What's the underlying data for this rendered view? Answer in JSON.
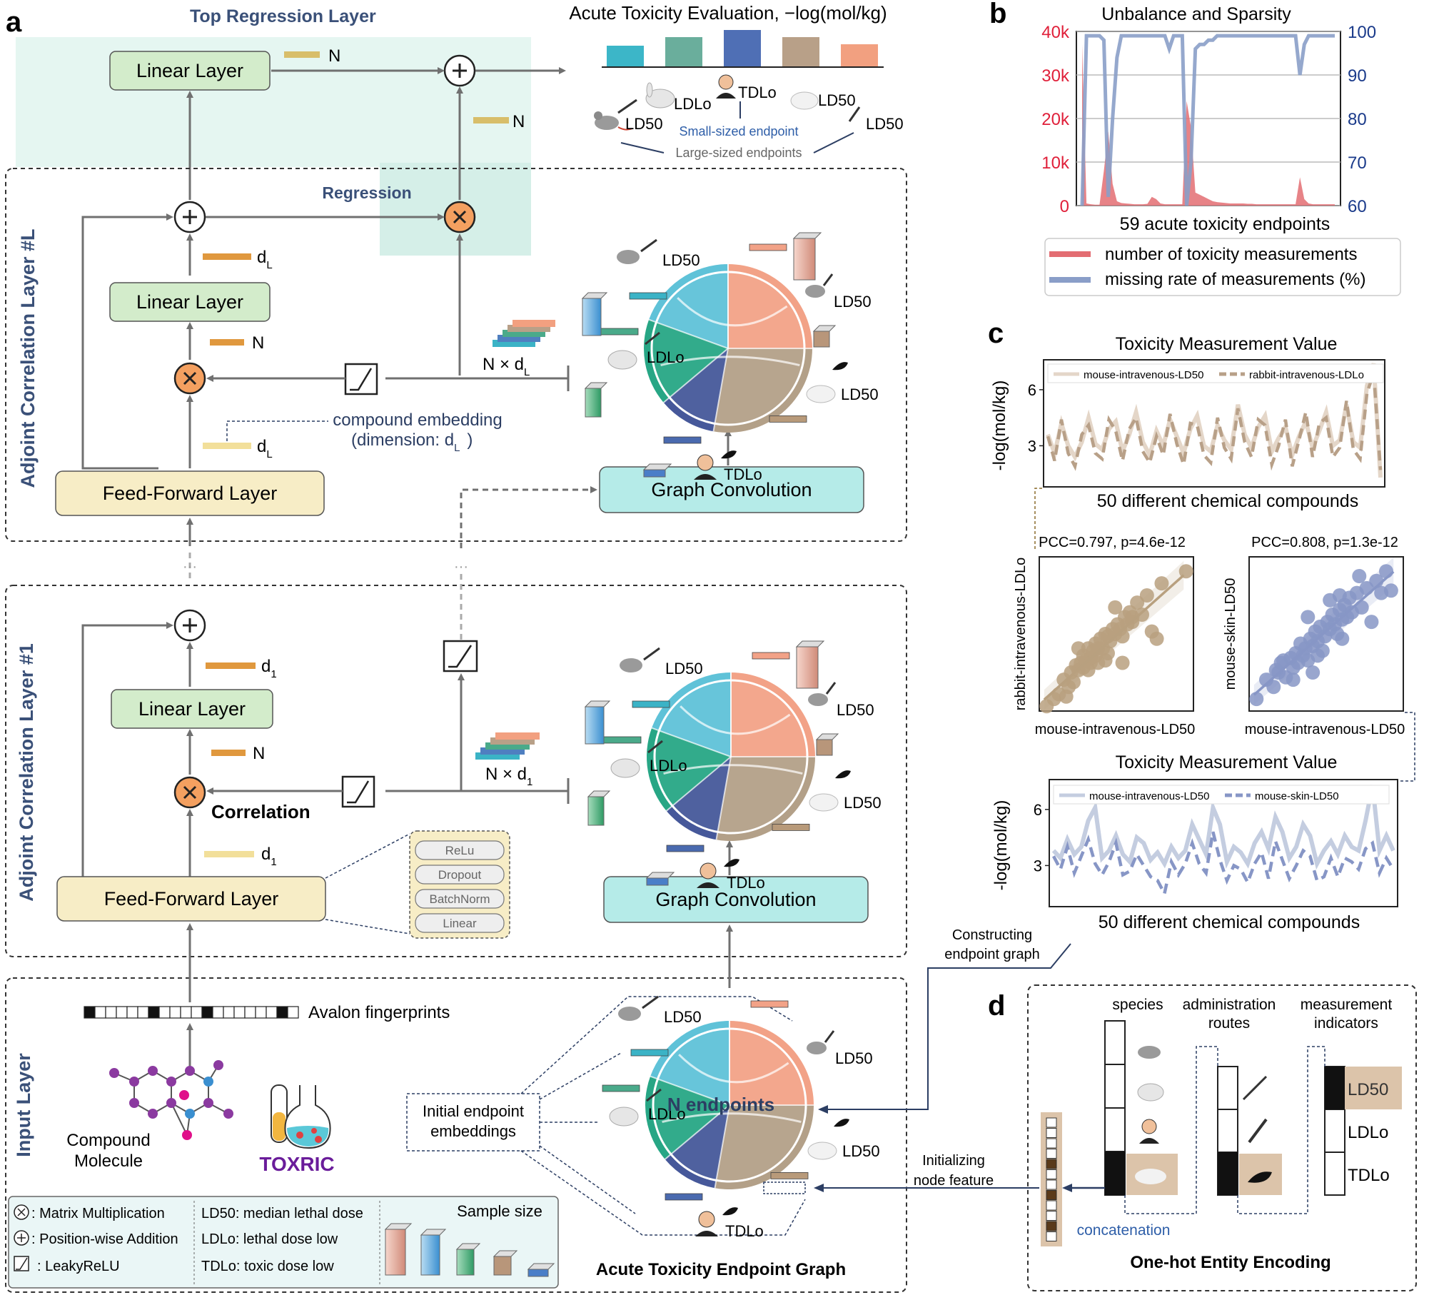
{
  "panel_labels": {
    "a": "a",
    "b": "b",
    "c": "c",
    "d": "d"
  },
  "top": {
    "title": "Top Regression Layer",
    "linear_layer": "Linear Layer",
    "N1": "N",
    "N2": "N",
    "eval_title": "Acute Toxicity Evaluation, −log(mol/kg)",
    "eval_colors": [
      "#3cb6c8",
      "#6aae9c",
      "#4f6fb5",
      "#b8a088",
      "#f2a080"
    ],
    "ld50_left": "LD50",
    "ldlo": "LDLo",
    "tdlo": "TDLo",
    "ld50_right_top": "LD50",
    "ld50_right": "LD50",
    "small_endpoint": "Small-sized endpoint",
    "large_endpoints": "Large-sized endpoints"
  },
  "layerL": {
    "side_label": "Adjoint Correlation Layer #L",
    "regression": "Regression",
    "linear_layer": "Linear Layer",
    "dL_top": "d",
    "dL_top_sub": "L",
    "N": "N",
    "dL_bottom": "d",
    "dL_bottom_sub": "L",
    "compound_embedding": "compound embedding",
    "dimension": "(dimension: d",
    "dimension_sub": "L",
    "dimension_close": ")",
    "ffl": "Feed-Forward Layer",
    "graph_conv": "Graph Convolution",
    "nxd": "N × d",
    "nxd_sub": "L",
    "graph_labels": {
      "ld50_top": "LD50",
      "ld50_right": "LD50",
      "ldlo": "LDLo",
      "ld50_low": "LD50",
      "tdlo": "TDLo"
    }
  },
  "layer1": {
    "side_label": "Adjoint Correlation Layer #1",
    "linear_layer": "Linear Layer",
    "d1_top": "d",
    "d1_top_sub": "1",
    "N": "N",
    "correlation": "Correlation",
    "d1_bottom": "d",
    "d1_bottom_sub": "1",
    "ffl": "Feed-Forward Layer",
    "ffl_items": [
      "ReLu",
      "Dropout",
      "BatchNorm",
      "Linear"
    ],
    "graph_conv": "Graph Convolution",
    "nxd": "N × d",
    "nxd_sub": "1",
    "graph_labels": {
      "ld50_top": "LD50",
      "ld50_right": "LD50",
      "ldlo": "LDLo",
      "ld50_low": "LD50",
      "tdlo": "TDLo"
    }
  },
  "input": {
    "side_label": "Input Layer",
    "avalon": "Avalon fingerprints",
    "fingerprint_bits": [
      1,
      0,
      0,
      0,
      0,
      0,
      1,
      0,
      0,
      0,
      0,
      1,
      0,
      0,
      0,
      0,
      0,
      0,
      1,
      0
    ],
    "compound": "Compound",
    "molecule": "Molecule",
    "toxric": "TOXRIC",
    "initial_emb_1": "Initial endpoint",
    "initial_emb_2": "embeddings",
    "n_endpoints": "N endpoints",
    "graph_title": "Acute Toxicity Endpoint Graph",
    "graph_labels": {
      "ld50_top": "LD50",
      "ld50_right": "LD50",
      "ldlo": "LDLo",
      "ld50_low": "LD50",
      "tdlo": "TDLo"
    }
  },
  "legend": {
    "matmul": ": Matrix Multiplication",
    "add": ": Position-wise Addition",
    "leaky": ": LeakyReLU",
    "ld50": "LD50: median lethal dose",
    "ldlo": "LDLo: lethal dose low",
    "tdlo": "TDLo: toxic dose low",
    "sample_size": "Sample size",
    "sample_colors": [
      "#e8a898",
      "#5aa8d8",
      "#4aaa7a",
      "#b8967a",
      "#4a7ec8"
    ]
  },
  "constructing": {
    "l1": "Constructing",
    "l2": "endpoint graph"
  },
  "initializing": {
    "l1": "Initializing",
    "l2": "node feature"
  },
  "d_panel": {
    "species": "species",
    "routes_1": "administration",
    "routes_2": "routes",
    "indicators_1": "measurement",
    "indicators_2": "indicators",
    "ld50": "LD50",
    "ldlo": "LDLo",
    "tdlo": "TDLo",
    "concatenation": "concatenation",
    "title": "One-hot Entity Encoding"
  },
  "chart_data": [
    {
      "type": "area",
      "title": "Unbalance and Sparsity",
      "xlabel": "59 acute toxicity endpoints",
      "left_ticks": [
        "40k",
        "30k",
        "20k",
        "10k",
        "0"
      ],
      "right_ticks": [
        "100",
        "90",
        "80",
        "70",
        "60"
      ],
      "ylim_left": [
        0,
        40000
      ],
      "ylim_right": [
        60,
        100
      ],
      "series": [
        {
          "name": "number of toxicity measurements",
          "color": "#e36d72",
          "values": [
            37000,
            500,
            300,
            200,
            200,
            8000,
            17000,
            5000,
            1000,
            600,
            500,
            400,
            300,
            300,
            300,
            400,
            2000,
            1500,
            500,
            300,
            300,
            300,
            300,
            300,
            24000,
            18000,
            3000,
            2500,
            2000,
            1500,
            1000,
            800,
            700,
            600,
            500,
            500,
            500,
            500,
            400,
            400,
            300,
            300,
            300,
            300,
            300,
            300,
            300,
            300,
            300,
            300,
            6500,
            1500,
            500,
            300,
            300,
            300,
            300,
            300,
            300
          ]
        },
        {
          "name": "missing rate of measurements (%)",
          "color": "#8a9ec8",
          "values": [
            60,
            99,
            99,
            99,
            99,
            98,
            62,
            80,
            94,
            99,
            99,
            99,
            99,
            99,
            99,
            99,
            99,
            99,
            99,
            99,
            96,
            99,
            99,
            99,
            60,
            70,
            96,
            97,
            97,
            98,
            98,
            99,
            99,
            99,
            99,
            99,
            99,
            99,
            99,
            99,
            99,
            99,
            99,
            99,
            99,
            99,
            99,
            99,
            99,
            99,
            90,
            97,
            99,
            99,
            99,
            99,
            99,
            99,
            99
          ]
        }
      ]
    },
    {
      "type": "line",
      "title": "Toxicity Measurement Value",
      "xlabel": "50 different chemical compounds",
      "ylabel": "-log(mol/kg)",
      "yticks": [
        "6",
        "3"
      ],
      "ylim": [
        0.8,
        7.6
      ],
      "series": [
        {
          "name": "mouse-intravenous-LD50",
          "color": "#e4d6c8",
          "values": [
            3.6,
            2.6,
            4.2,
            3.0,
            2.4,
            3.2,
            4.5,
            3.1,
            2.8,
            3.9,
            4.3,
            2.7,
            3.6,
            4.8,
            3.2,
            2.5,
            3.8,
            3.0,
            4.4,
            3.5,
            2.6,
            3.9,
            4.6,
            3.0,
            2.7,
            4.1,
            3.3,
            2.8,
            5.2,
            3.6,
            2.9,
            4.0,
            4.6,
            2.7,
            3.4,
            4.0,
            2.5,
            3.5,
            4.3,
            2.9,
            3.8,
            4.8,
            3.0,
            3.3,
            5.2,
            3.2,
            2.9,
            6.2,
            7.4,
            1.3
          ]
        },
        {
          "name": "rabbit-intravenous-LDLo",
          "color": "#b8a088",
          "values": [
            3.5,
            2.2,
            4.4,
            2.6,
            1.9,
            3.6,
            4.1,
            2.6,
            2.3,
            4.4,
            3.8,
            2.2,
            3.9,
            4.5,
            2.7,
            2.1,
            3.5,
            2.5,
            4.7,
            3.1,
            2.0,
            4.2,
            4.1,
            2.5,
            2.1,
            4.5,
            2.9,
            2.3,
            5.0,
            3.2,
            2.4,
            4.4,
            4.1,
            2.0,
            3.0,
            4.4,
            1.9,
            3.3,
            4.8,
            2.4,
            4.2,
            4.5,
            2.4,
            2.9,
            5.4,
            2.8,
            2.3,
            5.8,
            6.9,
            1.7
          ]
        }
      ]
    },
    {
      "type": "scatter",
      "title": "PCC=0.797, p=4.6e-12",
      "xlabel": "mouse-intravenous-LD50",
      "ylabel": "rabbit-intravenous-LDLo",
      "color": "#b8a07f",
      "x": [
        1.5,
        1.8,
        2.0,
        2.2,
        2.4,
        2.5,
        2.6,
        2.7,
        2.8,
        2.9,
        3.0,
        3.0,
        3.1,
        3.2,
        3.3,
        3.3,
        3.4,
        3.5,
        3.5,
        3.6,
        3.7,
        3.8,
        3.9,
        4.0,
        4.1,
        4.2,
        4.3,
        4.4,
        4.5,
        4.6,
        4.7,
        4.8,
        4.9,
        5.0,
        5.2,
        5.4,
        5.6,
        5.8,
        6.0,
        6.2,
        3.6,
        2.8,
        4.0,
        3.2,
        5.0,
        4.3,
        2.3,
        3.9,
        4.6,
        7.2
      ],
      "y": [
        1.2,
        1.5,
        1.7,
        2.3,
        2.0,
        2.6,
        2.2,
        2.9,
        2.7,
        3.0,
        2.8,
        3.3,
        3.1,
        3.6,
        3.2,
        3.0,
        3.5,
        3.3,
        3.8,
        3.6,
        4.0,
        3.6,
        4.2,
        4.1,
        3.9,
        4.4,
        4.2,
        4.6,
        4.4,
        4.1,
        4.9,
        4.6,
        5.1,
        4.7,
        5.5,
        5.0,
        5.8,
        4.3,
        4.0,
        6.3,
        3.0,
        3.6,
        3.4,
        2.7,
        4.9,
        5.3,
        1.6,
        3.1,
        3.0,
        6.8
      ],
      "xlim": [
        1.2,
        7.5
      ],
      "ylim": [
        1.0,
        7.4
      ]
    },
    {
      "type": "scatter",
      "title": "PCC=0.808, p=1.3e-12",
      "xlabel": "mouse-intravenous-LD50",
      "ylabel": "mouse-skin-LD50",
      "color": "#8796c6",
      "x": [
        1.5,
        1.9,
        2.2,
        2.4,
        2.5,
        2.7,
        2.9,
        3.0,
        3.1,
        3.2,
        3.3,
        3.4,
        3.5,
        3.6,
        3.7,
        3.8,
        3.9,
        4.0,
        4.1,
        4.2,
        4.3,
        4.4,
        4.5,
        4.6,
        4.7,
        4.8,
        4.9,
        5.0,
        5.1,
        5.2,
        5.3,
        5.4,
        5.6,
        5.8,
        6.0,
        6.2,
        6.4,
        6.6,
        3.0,
        2.6,
        4.0,
        4.5,
        3.6,
        5.0,
        5.7,
        2.3,
        6.8,
        7.0,
        3.8,
        4.9
      ],
      "y": [
        1.5,
        2.3,
        2.0,
        2.6,
        3.0,
        2.4,
        3.2,
        2.8,
        3.4,
        3.0,
        3.8,
        3.3,
        3.6,
        3.1,
        4.0,
        3.7,
        4.3,
        3.9,
        4.5,
        3.5,
        4.1,
        4.7,
        4.4,
        5.0,
        4.6,
        4.2,
        5.2,
        4.8,
        5.4,
        4.9,
        5.7,
        5.1,
        5.9,
        5.3,
        6.1,
        4.7,
        6.4,
        5.9,
        2.3,
        3.1,
        3.3,
        5.6,
        4.9,
        4.0,
        6.6,
        2.7,
        6.8,
        6.0,
        2.6,
        5.8
      ],
      "xlim": [
        1.2,
        7.5
      ],
      "ylim": [
        1.0,
        7.4
      ]
    },
    {
      "type": "line",
      "title": "Toxicity Measurement Value",
      "xlabel": "50 different chemical compounds",
      "ylabel": "-log(mol/kg)",
      "yticks": [
        "6",
        "3"
      ],
      "ylim": [
        0.8,
        7.6
      ],
      "series": [
        {
          "name": "mouse-intravenous-LD50",
          "color": "#c4cde0",
          "values": [
            3.8,
            3.4,
            4.4,
            3.6,
            4.0,
            5.4,
            6.1,
            3.4,
            3.8,
            4.6,
            3.6,
            3.2,
            4.5,
            4.2,
            3.3,
            3.7,
            3.1,
            4.0,
            3.4,
            3.8,
            5.2,
            4.4,
            3.6,
            6.1,
            5.2,
            3.2,
            4.0,
            3.7,
            3.1,
            4.2,
            4.8,
            3.9,
            5.6,
            4.8,
            3.4,
            4.0,
            5.2,
            4.6,
            3.1,
            3.8,
            4.3,
            3.6,
            4.6,
            4.0,
            3.8,
            5.4,
            7.3,
            3.8,
            4.6,
            3.8
          ]
        },
        {
          "name": "mouse-skin-LD50",
          "color": "#8796c6",
          "values": [
            3.5,
            2.8,
            4.0,
            2.6,
            3.5,
            4.4,
            3.1,
            2.5,
            3.2,
            4.2,
            2.5,
            2.7,
            3.6,
            3.0,
            2.4,
            2.2,
            1.5,
            3.2,
            2.5,
            3.1,
            4.2,
            3.1,
            2.6,
            4.8,
            3.3,
            2.2,
            3.0,
            2.8,
            2.1,
            3.1,
            3.7,
            2.3,
            4.3,
            3.3,
            2.3,
            3.0,
            3.8,
            3.5,
            2.2,
            2.4,
            3.4,
            2.4,
            3.4,
            3.2,
            2.8,
            3.9,
            4.2,
            2.6,
            3.4,
            2.8
          ]
        }
      ]
    }
  ]
}
